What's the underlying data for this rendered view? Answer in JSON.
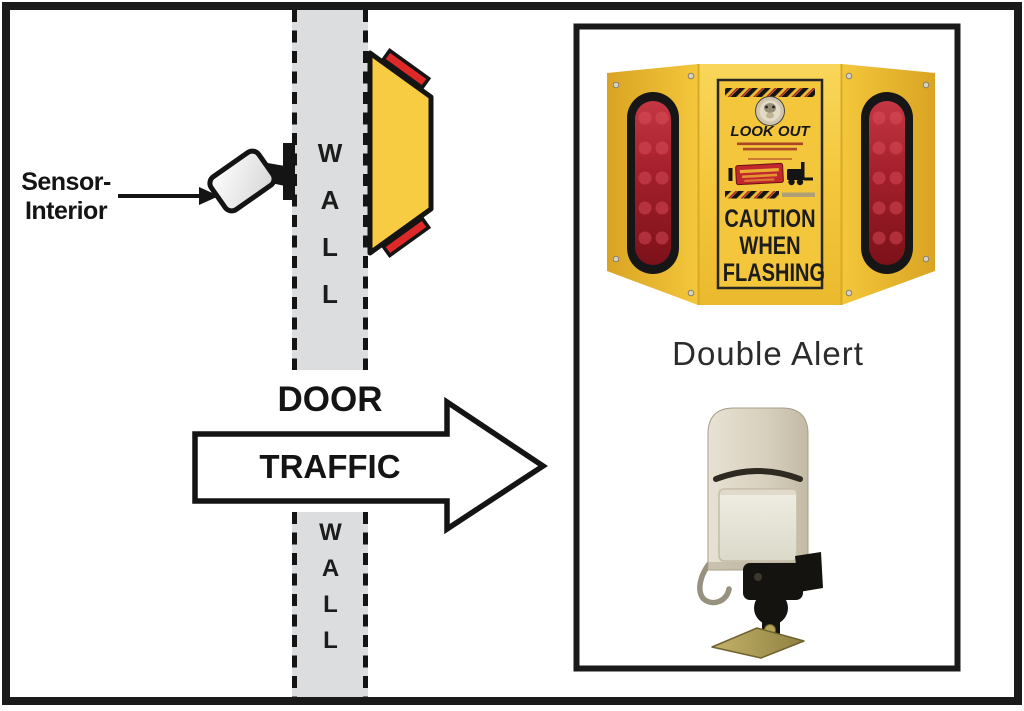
{
  "left_diagram": {
    "sensor_callout": {
      "line1": "Sensor-",
      "line2": "Interior"
    },
    "upper_wall_label": "WALL",
    "lower_wall_label": "WALL",
    "door_label": "DOOR",
    "traffic_label": "TRAFFIC"
  },
  "right_panel": {
    "alert_sign": {
      "headline": "LOOK OUT",
      "caution_line1": "CAUTION",
      "caution_line2": "WHEN",
      "caution_line3": "FLASHING"
    },
    "product_name": "Double Alert"
  },
  "colors": {
    "device_yellow": "#F6C93F",
    "signal_red": "#D9262B",
    "wall_gray": "#DBDDDE",
    "line_black": "#141414"
  }
}
